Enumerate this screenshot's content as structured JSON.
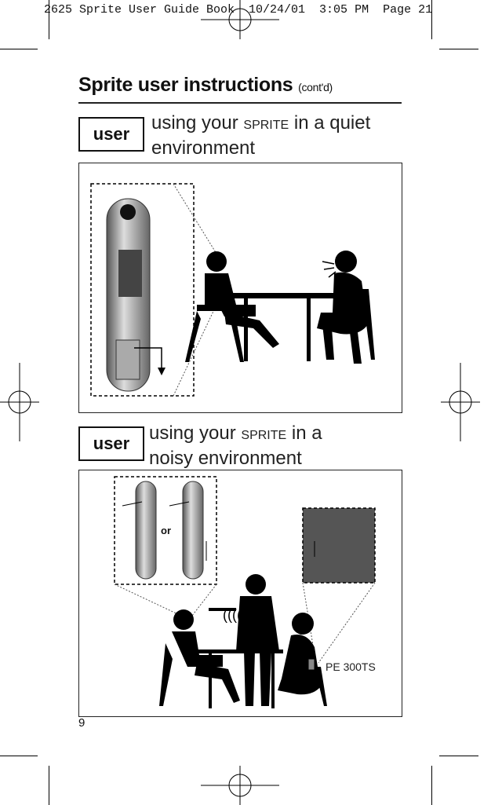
{
  "print_slug": {
    "text": "2625 Sprite User Guide Book  10/24/01  3:05 PM  Page 21"
  },
  "title": {
    "main": "Sprite user instructions",
    "suffix": "(cont'd)"
  },
  "sections": [
    {
      "badge": "user",
      "line1_pre": "using your ",
      "brand": "SPRITE",
      "line1_post": " in a quiet",
      "line2": "environment"
    },
    {
      "badge": "user",
      "line1_pre": "using your ",
      "brand": "SPRITE",
      "line1_post": " in a",
      "line2": "noisy environment"
    }
  ],
  "illustration_2": {
    "or_label": "or",
    "device_label": "PE 300TS"
  },
  "page_number": "9"
}
